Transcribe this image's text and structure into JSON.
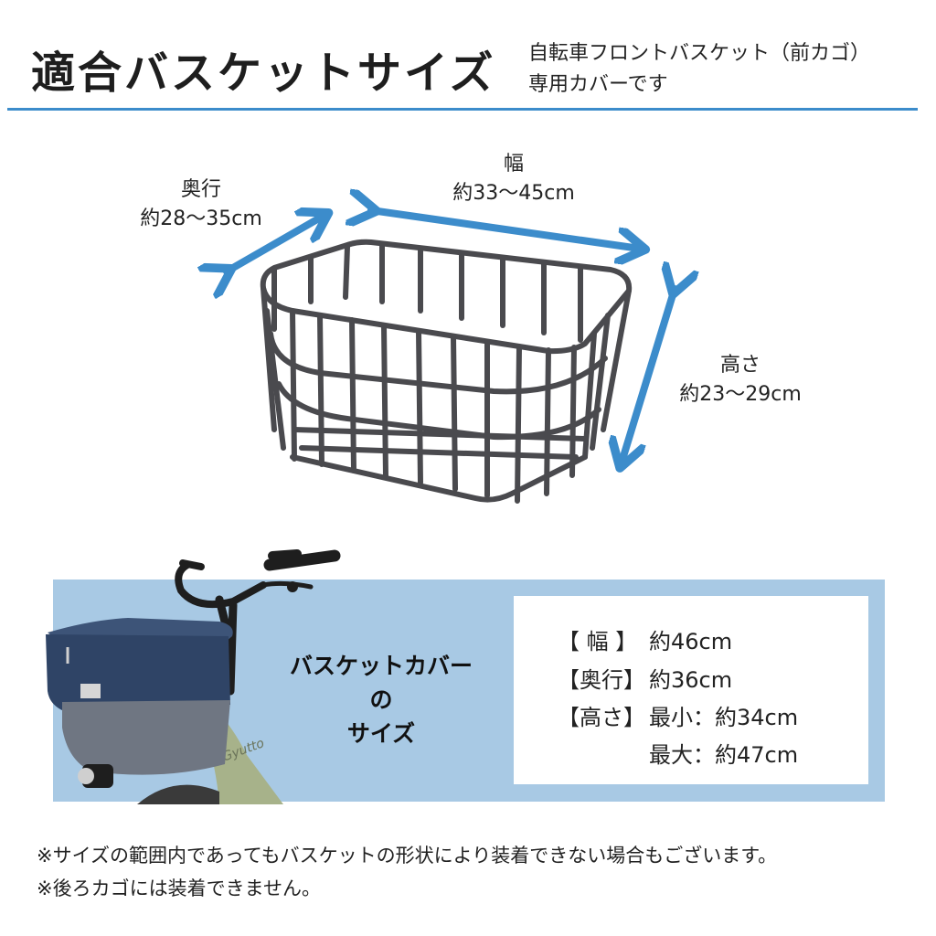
{
  "header": {
    "title": "適合バスケットサイズ",
    "subtitle_line1": "自転車フロントバスケット（前カゴ）",
    "subtitle_line2": "専用カバーです"
  },
  "dimensions": {
    "depth_label": "奥行",
    "depth_value": "約28〜35cm",
    "width_label": "幅",
    "width_value": "約33〜45cm",
    "height_label": "高さ",
    "height_value": "約23〜29cm"
  },
  "cover": {
    "title_line1": "バスケットカバー",
    "title_line2": "の",
    "title_line3": "サイズ",
    "bike_brand": "Gyutto",
    "specs": [
      {
        "key": "【 幅 】",
        "value": "約46cm"
      },
      {
        "key": "【奥行】",
        "value": "約36cm"
      },
      {
        "key": "【高さ】",
        "value": "最小：約34cm"
      },
      {
        "key": "",
        "value": "最大：約47cm"
      }
    ]
  },
  "notes": {
    "note1": "※サイズの範囲内であってもバスケットの形状により装着できない場合もございます。",
    "note2": "※後ろカゴには装着できません。"
  },
  "colors": {
    "accent_blue": "#3c8ccb",
    "panel_blue": "#a8c9e4",
    "basket_gray": "#4a4a4e",
    "cover_navy": "#2f4466",
    "cover_gray": "#6f7682",
    "bike_green": "#a7b28a"
  }
}
